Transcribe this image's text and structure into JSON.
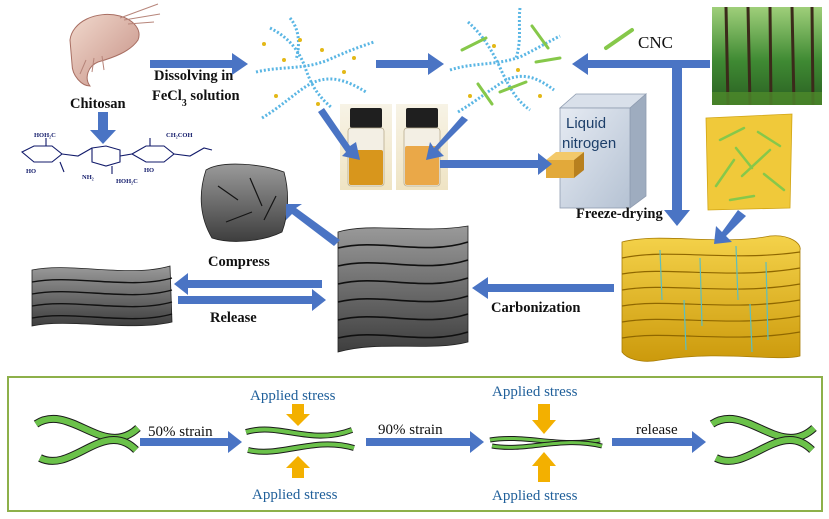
{
  "labels": {
    "chitosan": "Chitosan",
    "dissolving_line1": "Dissolving in",
    "dissolving_line2": "FeCl",
    "dissolving_sub": "3",
    "dissolving_line2_tail": " solution",
    "cnc": "CNC",
    "liquid": "Liquid",
    "nitrogen": "nitrogen",
    "freeze_drying": "Freeze-drying",
    "compress": "Compress",
    "release_top": "Release",
    "carbonization": "Carbonization"
  },
  "chem_labels": {
    "hoh2c_left": "HOH₂C",
    "ho_left": "HO",
    "nh2": "NH₂",
    "ch2coh": "CH₂COH",
    "ho_right": "HO",
    "hoh2c_right": "HOH₂C"
  },
  "strain_panel": {
    "step1": "50% strain",
    "step2": "90% strain",
    "step3": "release",
    "stress_top_1": "Applied stress",
    "stress_bottom_1": "Applied stress",
    "stress_top_2": "Applied stress",
    "stress_bottom_2": "Applied stress"
  },
  "colors": {
    "arrow_blue": "#4a74c4",
    "panel_border": "#8db04a",
    "stress_arrow": "#f3b000",
    "sponge_gold": "#e3b817",
    "bead_blue": "#5ab6e4",
    "cnc_rod": "#86c84a",
    "vial_liquid_dark": "#d8961c",
    "vial_liquid_light": "#eaa848"
  }
}
